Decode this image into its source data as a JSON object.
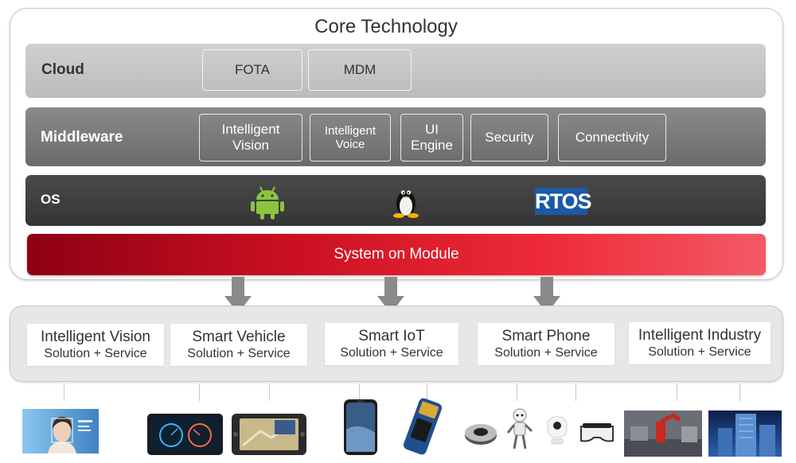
{
  "core": {
    "title": "Core Technology",
    "cloud": {
      "label": "Cloud",
      "items": [
        "FOTA",
        "MDM"
      ]
    },
    "middleware": {
      "label": "Middleware",
      "items": [
        "Intelligent Vision",
        "Intelligent Voice",
        "UI Engine",
        "Security",
        "Connectivity"
      ]
    },
    "os": {
      "label": "OS",
      "logos": [
        "android-logo",
        "linux-tux-logo"
      ],
      "rtos": "RTOS"
    },
    "som": {
      "label": "System on Module"
    }
  },
  "solutions": [
    {
      "title": "Intelligent Vision",
      "sub": "Solution + Service"
    },
    {
      "title": "Smart Vehicle",
      "sub": "Solution + Service"
    },
    {
      "title": "Smart IoT",
      "sub": "Solution + Service"
    },
    {
      "title": "Smart Phone",
      "sub": "Solution + Service"
    },
    {
      "title": "Intelligent Industry",
      "sub": "Solution + Service"
    }
  ],
  "colors": {
    "som_start": "#8e0014",
    "som_end": "#f45a66",
    "rtos_blue": "#1a5aa6",
    "android_green": "#8cc43f"
  }
}
